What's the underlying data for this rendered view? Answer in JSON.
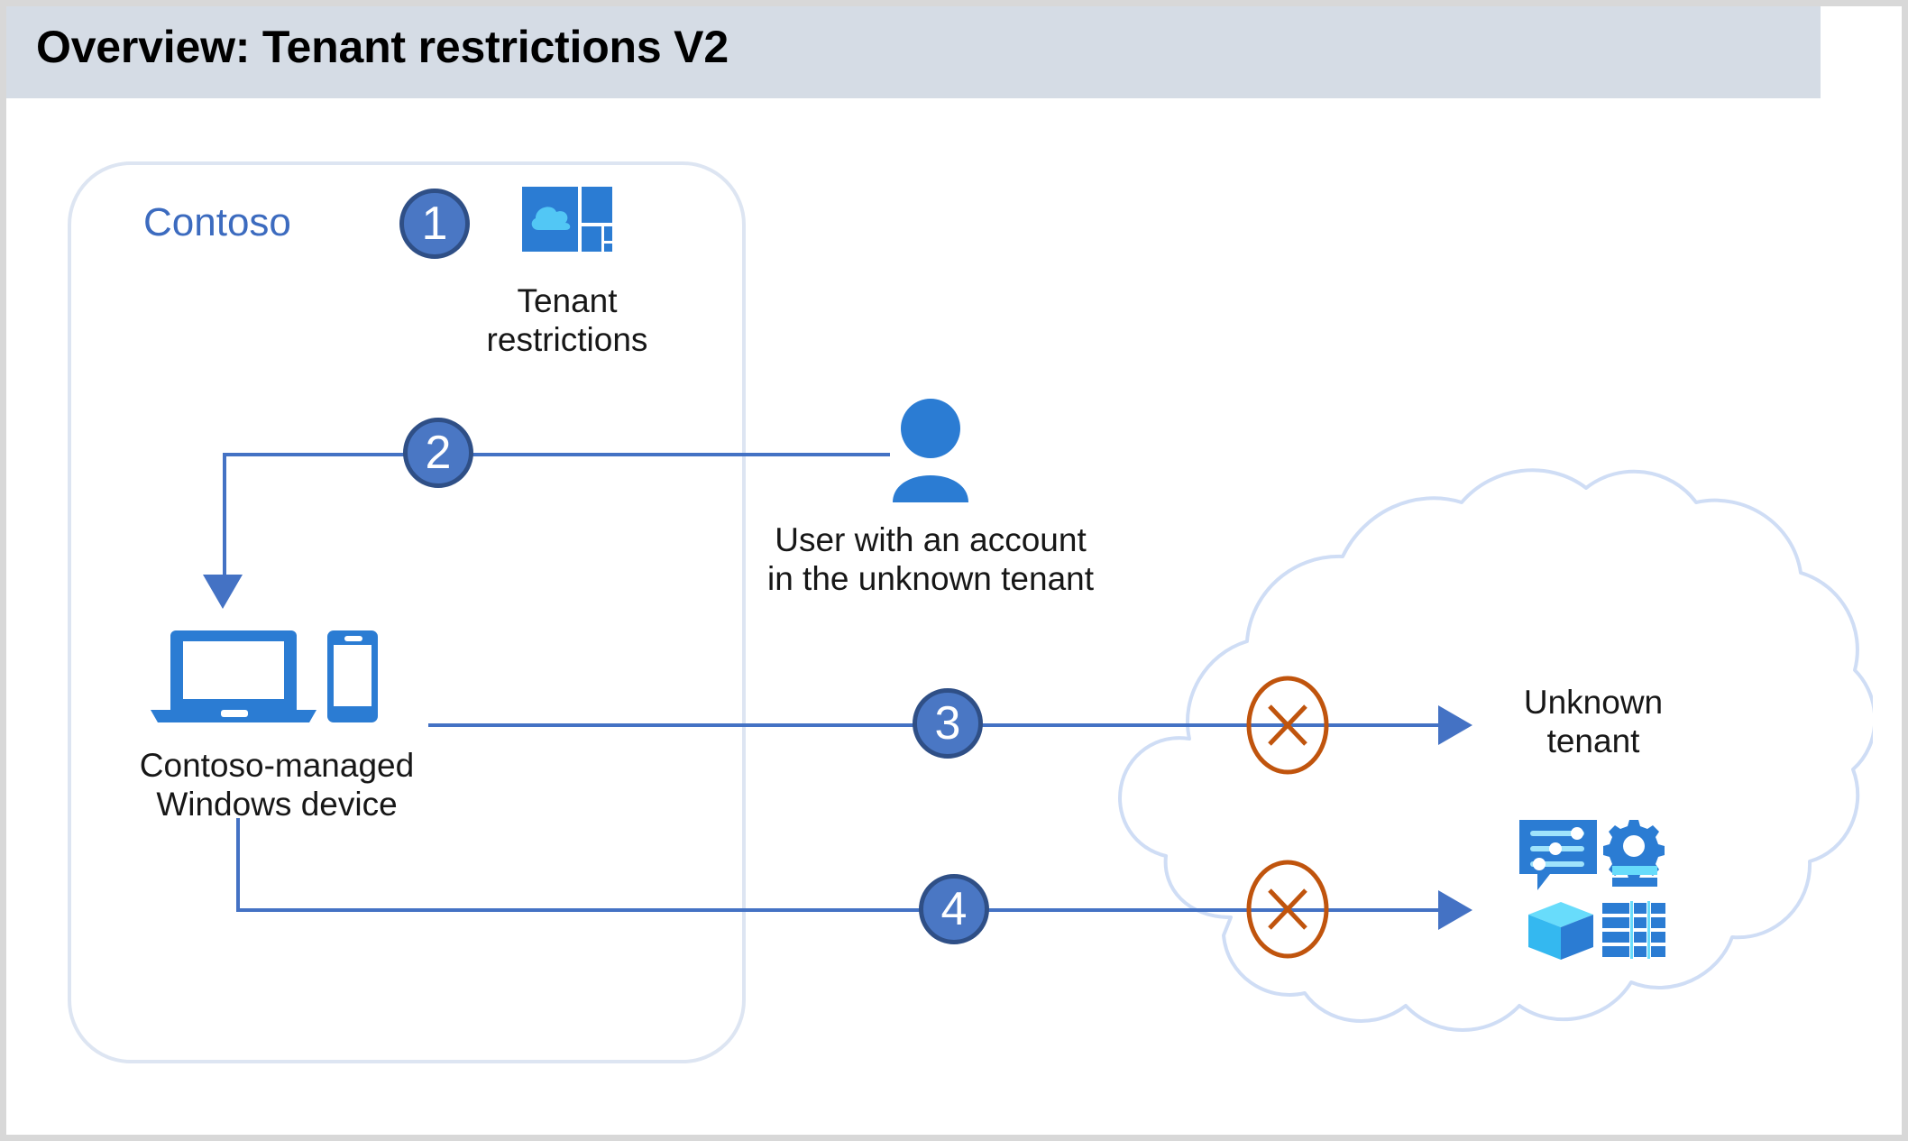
{
  "header": {
    "title": "Overview: Tenant restrictions V2",
    "bar_color": "#d5dce5"
  },
  "colors": {
    "accent_blue": "#2b7cd3",
    "line_blue": "#4472c4",
    "step_fill": "#4a77c4",
    "step_stroke": "#2f4f86",
    "block_orange": "#c0540d",
    "cloud_stroke": "#cfddf5",
    "container_stroke": "#dde5f2",
    "contoso_text": "#3c6bbf",
    "light_blue": "#52c7f5"
  },
  "container": {
    "label": "Contoso"
  },
  "steps": [
    {
      "id": "step-1",
      "label": "1"
    },
    {
      "id": "step-2",
      "label": "2"
    },
    {
      "id": "step-3",
      "label": "3"
    },
    {
      "id": "step-4",
      "label": "4"
    }
  ],
  "nodes": {
    "tenant_restrictions": {
      "caption": "Tenant\nrestrictions",
      "icon": "tenant-restrictions-tiles-icon"
    },
    "user": {
      "caption": "User with an account\nin the unknown tenant",
      "icon": "user-person-icon"
    },
    "device": {
      "caption": "Contoso-managed\nWindows device",
      "icon": "laptop-and-phone-icon"
    },
    "unknown_tenant": {
      "caption": "Unknown\ntenant"
    },
    "cloud_services": {
      "icon": "cloud-services-cluster-icon"
    }
  },
  "cloud": {
    "name": "unknown-tenant-cloud"
  },
  "blocked_markers": [
    {
      "id": "blocked-marker-3",
      "symbol": "x"
    },
    {
      "id": "blocked-marker-4",
      "symbol": "x"
    }
  ]
}
